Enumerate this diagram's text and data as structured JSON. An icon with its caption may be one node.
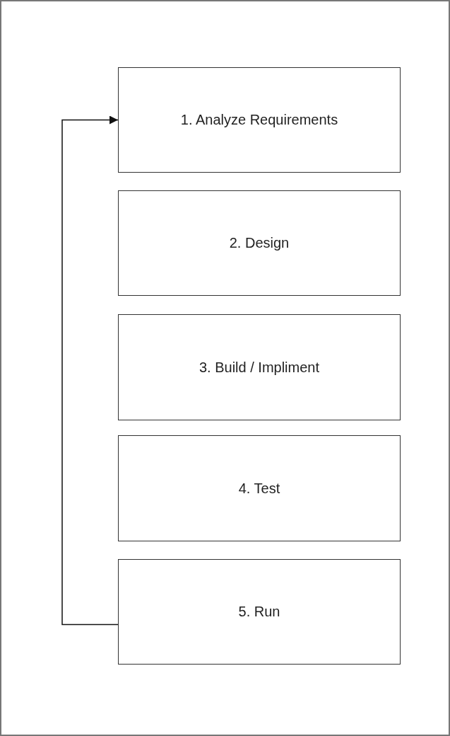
{
  "diagram": {
    "nodes": [
      {
        "text": [
          "1. Analyze Requirements"
        ]
      },
      {
        "text": [
          "2. Design"
        ]
      },
      {
        "text": [
          "3. Build / Impliment"
        ]
      },
      {
        "text": [
          "4. Test"
        ]
      },
      {
        "text": [
          "5. Run"
        ]
      }
    ],
    "edges": [
      {
        "from": 4,
        "to": 0,
        "arrow": "to"
      }
    ]
  }
}
